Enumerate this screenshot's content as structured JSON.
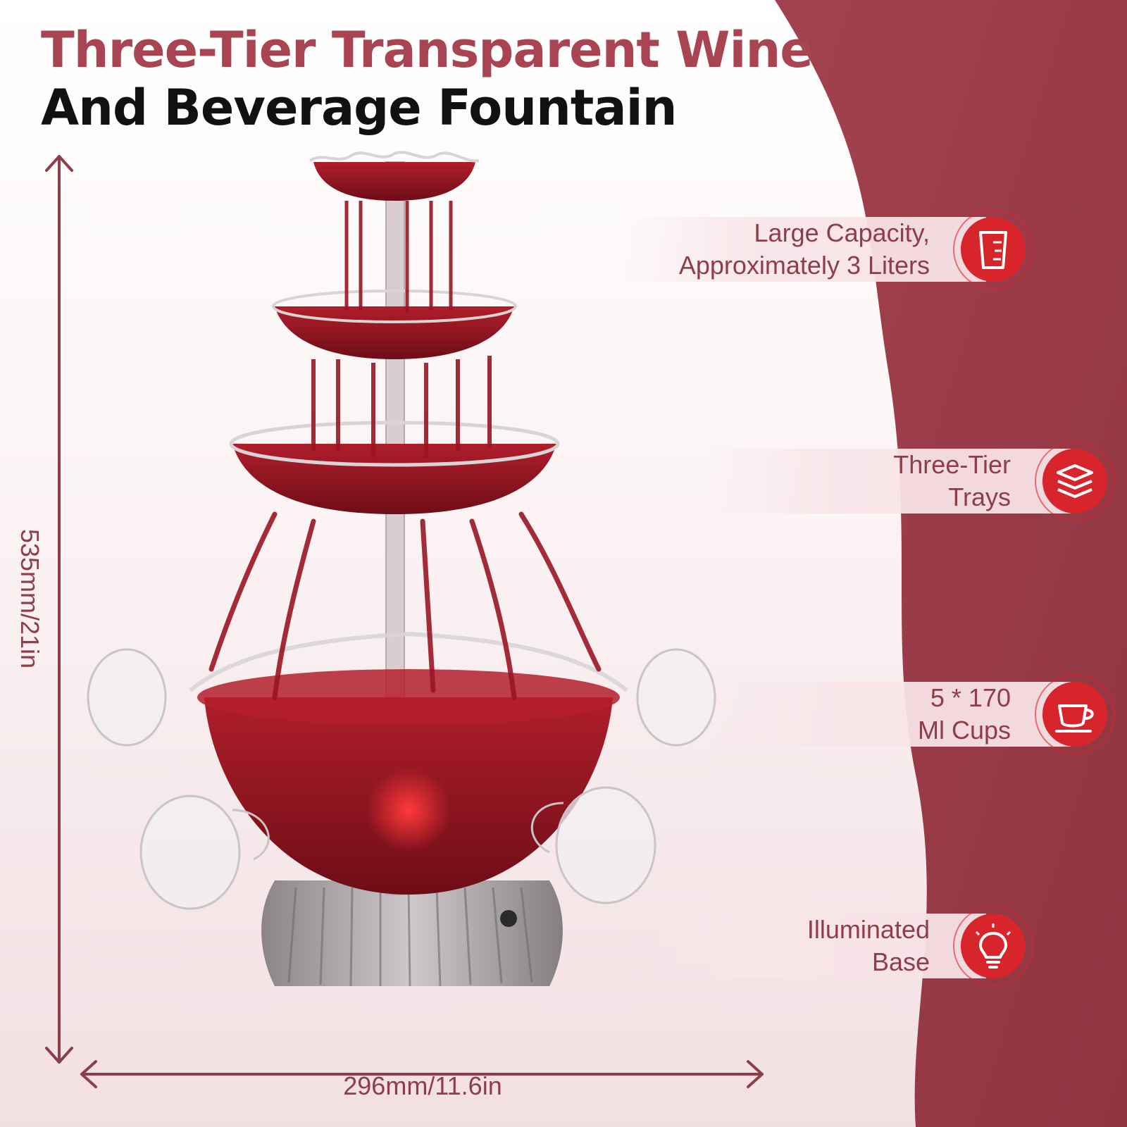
{
  "title": {
    "line1": "Three-Tier Transparent Wine",
    "line2": "And Beverage Fountain"
  },
  "dimensions": {
    "height": "535mm/21in",
    "width": "296mm/11.6in"
  },
  "features": [
    {
      "line1": "Large Capacity,",
      "line2": "Approximately 3 Liters",
      "icon": "measuring-cup-icon"
    },
    {
      "line1": "Three-Tier",
      "line2": "Trays",
      "icon": "stacked-trays-icon"
    },
    {
      "line1": "5 * 170",
      "line2": "Ml Cups",
      "icon": "coffee-cup-icon"
    },
    {
      "line1": "Illuminated",
      "line2": "Base",
      "icon": "light-bulb-icon"
    }
  ],
  "colors": {
    "accent": "#a94552",
    "panel": "#9c3f4b",
    "wine": "#8e1420",
    "badge": "#d8252c"
  }
}
